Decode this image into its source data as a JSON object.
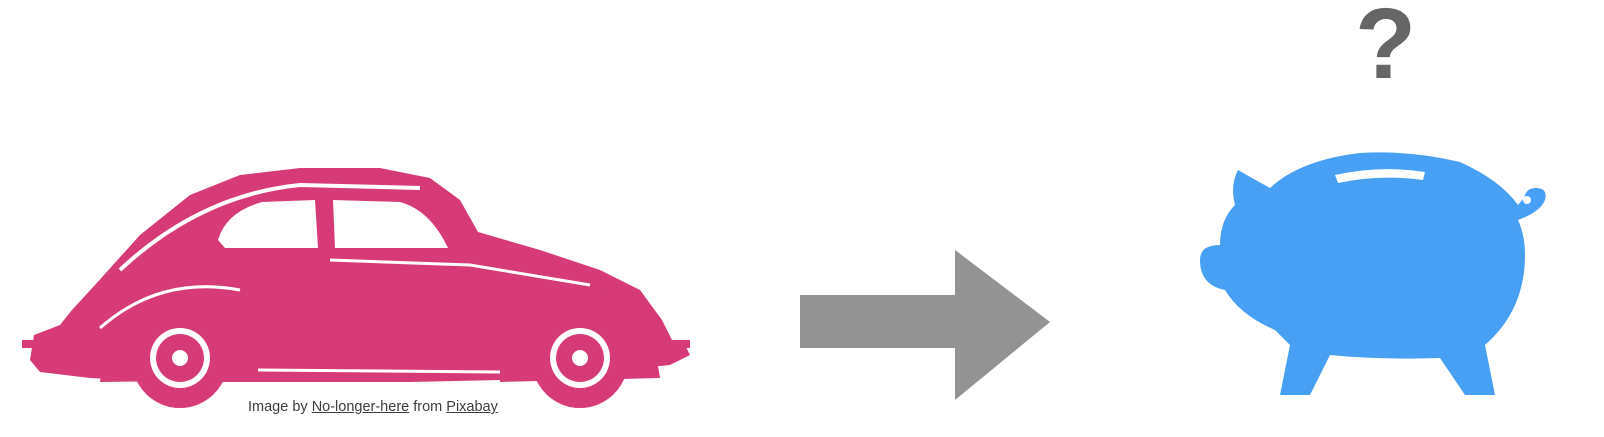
{
  "credit": {
    "prefix": "Image by",
    "author_link": "No-longer-here",
    "middle": "from",
    "source_link": "Pixabay"
  },
  "question_mark": "?",
  "colors": {
    "car": "#d63b78",
    "arrow": "#939393",
    "pig": "#47a0f3",
    "question": "#666666"
  },
  "icons": [
    "car-image",
    "arrow-right-icon",
    "piggy-bank-icon",
    "question-mark-icon"
  ]
}
